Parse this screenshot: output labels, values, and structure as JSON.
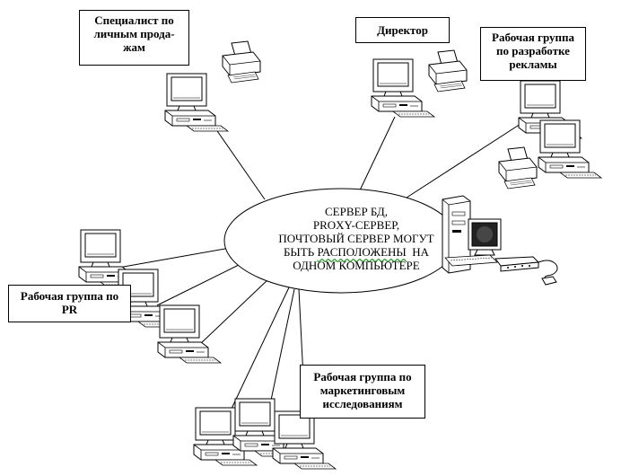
{
  "center": {
    "lines": [
      "СЕРВЕР БД,",
      "PROXY-СЕРВЕР,",
      "ПОЧТОВЫЙ  СЕРВЕР МОГУТ"
    ],
    "line4_pre": "БЫТЬ ",
    "line4_wavy": "РАСПОЛОЖЕНЫ",
    "line4_post": "  НА",
    "line5": "ОДНОМ КОМПЬЮТЕРЕ"
  },
  "labels": {
    "sales": [
      "Специалист по",
      "личным прода-",
      "жам"
    ],
    "director": [
      "Директор"
    ],
    "advertising": [
      "Рабочая группа",
      "по разработке",
      "рекламы"
    ],
    "pr": [
      "Рабочая группа по",
      "PR"
    ],
    "marketing": [
      "Рабочая группа по",
      "маркетинговым",
      "исследованиям"
    ]
  },
  "colors": {
    "ink": "#000000",
    "paper": "#ffffff",
    "screen": "#222222",
    "spellcheck": "#2e9a2e"
  },
  "icons": [
    "computer-icon",
    "printer-icon",
    "server-tower-icon",
    "modem-icon",
    "mouse-icon"
  ]
}
